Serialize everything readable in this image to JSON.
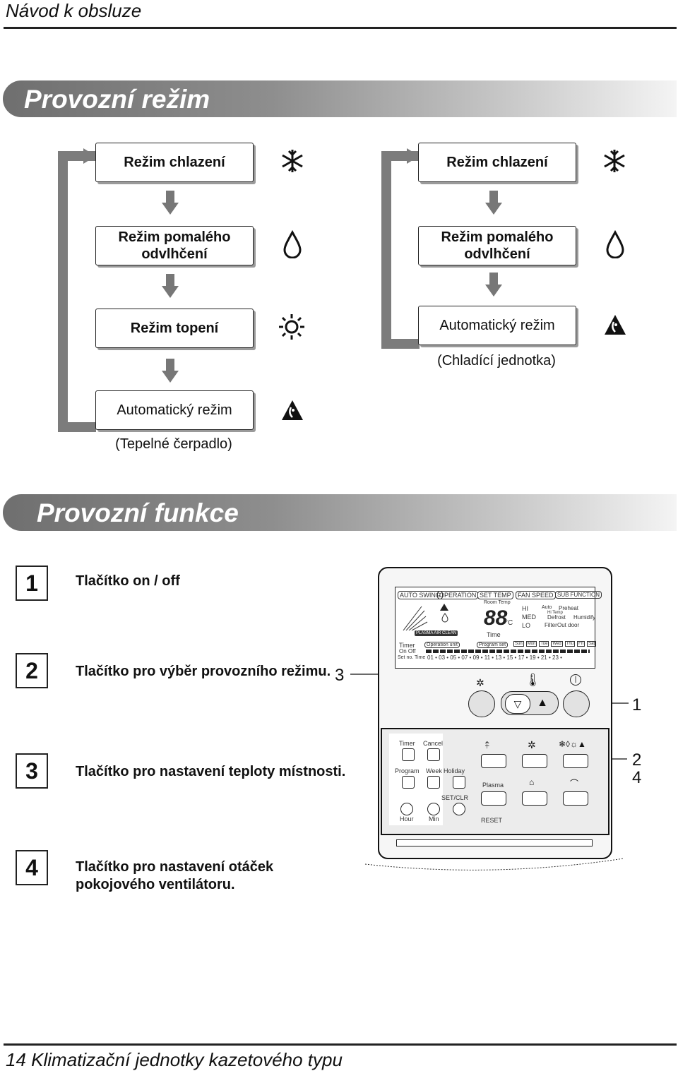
{
  "header": {
    "title": "Návod k obsluze"
  },
  "section_mode": {
    "title": "Provozní režim",
    "left_column": {
      "steps": [
        {
          "label": "Režim chlazení",
          "icon": "snowflake-icon"
        },
        {
          "label": "Režim pomalého odvlhčení",
          "icon": "water-drop-icon"
        },
        {
          "label": "Režim topení",
          "icon": "sun-icon"
        },
        {
          "label": "Automatický režim",
          "icon": "auto-mode-icon"
        }
      ],
      "caption": "(Tepelné čerpadlo)"
    },
    "right_column": {
      "steps": [
        {
          "label": "Režim chlazení",
          "icon": "snowflake-icon"
        },
        {
          "label": "Režim pomalého odvlhčení",
          "icon": "water-drop-icon"
        },
        {
          "label": "Automatický režim",
          "icon": "auto-mode-icon"
        }
      ],
      "caption": "(Chladící jednotka)"
    }
  },
  "section_functions": {
    "title": "Provozní funkce",
    "items": [
      {
        "number": "1",
        "label": "Tlačítko on / off"
      },
      {
        "number": "2",
        "label": "Tlačítko pro výběr provozního režimu."
      },
      {
        "number": "3",
        "label": "Tlačítko pro nastavení teploty místnosti."
      },
      {
        "number": "4",
        "label": "Tlačítko pro nastavení otáček pokojového ventilátoru."
      }
    ],
    "callouts": {
      "left": "3",
      "right_top": "1",
      "right_mid_a": "2",
      "right_mid_b": "4"
    }
  },
  "remote": {
    "tabs": [
      "AUTO SWING",
      "OPERATION",
      "SET TEMP",
      "FAN SPEED",
      "SUB FUNCTION"
    ],
    "room_temp": "Room Temp",
    "digits": "88",
    "unit": "°C",
    "fan_speeds": [
      "HI",
      "MED",
      "LO"
    ],
    "sub_functions": [
      "Preheat",
      "Defrost",
      "Humidify",
      "Filter",
      "Out door"
    ],
    "sub_small": [
      "Auto",
      "Hi Temp"
    ],
    "plasma_label": "PLASMA AIR CLEAN",
    "time_label": "Time",
    "timer_label": "Timer",
    "on_off": "On  Off",
    "operation_unit": "Operation unit",
    "program_set": "Program set",
    "days": [
      "Sun",
      "Mon",
      "Tue",
      "Wed",
      "Thu",
      "Fri",
      "Sat"
    ],
    "set_no": "Set no.",
    "time_small": "Time",
    "hours": "01 • 03 • 05 • 07 • 09 • 11 • 13 • 15 • 17 • 19 • 21 • 23 •",
    "lower_buttons": {
      "timer": "Timer",
      "cancel": "Cancel",
      "program": "Program",
      "week": "Week",
      "holiday": "Holiday",
      "set_clr": "SET/CLR",
      "hour": "Hour",
      "min": "Min",
      "plasma": "Plasma",
      "reset": "RESET"
    }
  },
  "footer": {
    "page": "14",
    "text": "Klimatizační jednotky kazetového typu"
  }
}
